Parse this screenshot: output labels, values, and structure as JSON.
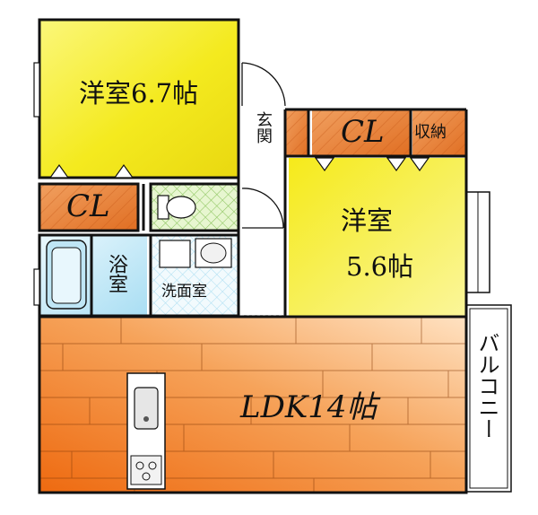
{
  "floorplan": {
    "rooms": {
      "western_room_large": {
        "name": "洋室",
        "size": "6.7帖"
      },
      "western_room_small": {
        "name": "洋室",
        "size": "5.6帖"
      },
      "ldk": {
        "label": "LDK14帖"
      },
      "bath": {
        "label": "浴室"
      },
      "washroom": {
        "label": "洗面室"
      },
      "entrance": {
        "label": "玄関"
      },
      "closet_left": {
        "label": "CL"
      },
      "closet_right": {
        "label": "CL"
      },
      "storage": {
        "label": "収納"
      },
      "balcony": {
        "label": "バルコニー"
      }
    },
    "colors": {
      "western_room": "#f7ef2a",
      "ldk_orange": "#f07a1f",
      "closet_orange": "#e8853a",
      "bath_blue": "#bfe8f7",
      "toilet_green": "#b7e07a",
      "wall": "#111111"
    }
  }
}
